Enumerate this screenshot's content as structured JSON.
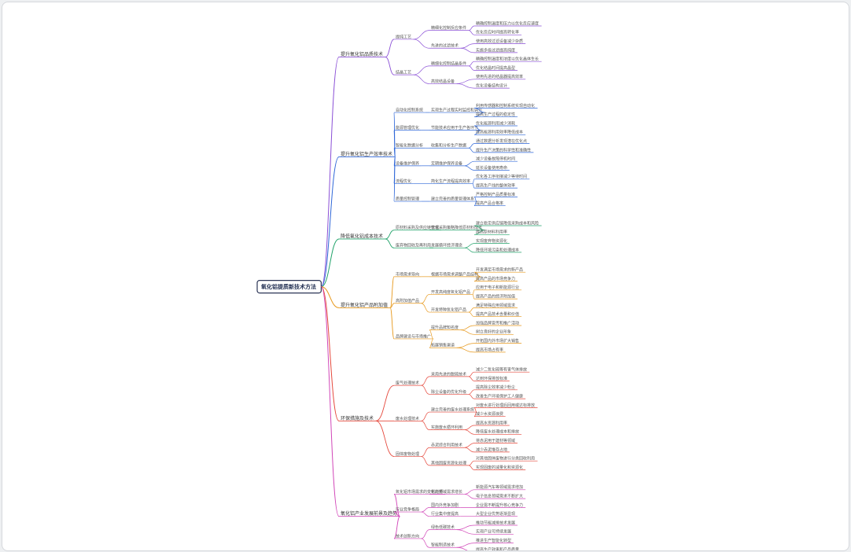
{
  "mindmap": {
    "root": "氧化铝提质新技术方法",
    "branches": [
      {
        "color": "#8a4fd6",
        "label": "提升氧化铝品质技术",
        "children": [
          {
            "label": "提纯工艺",
            "children": [
              {
                "label": "精细化控制反应条件",
                "children": [
                  {
                    "label": "精确控制温度和压力以优化反应速度"
                  },
                  {
                    "label": "优化反应时间提高转化率"
                  }
                ]
              },
              {
                "label": "先进的过滤技术",
                "children": [
                  {
                    "label": "使用高效过滤设备减少杂质"
                  },
                  {
                    "label": "实施多级过滤提高纯度"
                  }
                ]
              }
            ]
          },
          {
            "label": "结晶工艺",
            "children": [
              {
                "label": "精细化控制结晶条件",
                "children": [
                  {
                    "label": "精确控制温度和浓度以优化晶体生长"
                  },
                  {
                    "label": "优化结晶时间提高晶型"
                  }
                ]
              },
              {
                "label": "高效结晶设备",
                "children": [
                  {
                    "label": "使用先进的结晶器提高效率"
                  },
                  {
                    "label": "优化设备结构设计"
                  }
                ]
              }
            ]
          }
        ]
      },
      {
        "color": "#2f67d8",
        "label": "提升氧化铝生产效率技术",
        "children": [
          {
            "label": "自动化控制系统",
            "children": [
              {
                "label": "实现生产过程实时监控和调节",
                "children": [
                  {
                    "label": "利用传感器和控制系统实现自动化"
                  },
                  {
                    "label": "提高生产过程的稳定性"
                  }
                ]
              }
            ]
          },
          {
            "label": "能源管理优化",
            "children": [
              {
                "label": "节能技术应用于生产各环节",
                "children": [
                  {
                    "label": "优化能源利用减少消耗"
                  },
                  {
                    "label": "提高能源利用效率降低成本"
                  }
                ]
              }
            ]
          },
          {
            "label": "智能化数据分析",
            "children": [
              {
                "label": "收集和分析生产数据",
                "children": [
                  {
                    "label": "通过数据分析发现潜在优化点"
                  },
                  {
                    "label": "提升生产决策的科学性和准确性"
                  }
                ]
              }
            ]
          },
          {
            "label": "设备维护保养",
            "children": [
              {
                "label": "定期维护保养设备",
                "children": [
                  {
                    "label": "减少设备故障停机时间"
                  },
                  {
                    "label": "延长设备使用寿命"
                  }
                ]
              }
            ]
          },
          {
            "label": "流程优化",
            "children": [
              {
                "label": "简化生产流程提高效率",
                "children": [
                  {
                    "label": "优化各工序衔接减少等待时间"
                  },
                  {
                    "label": "提高生产线的整体效率"
                  }
                ]
              }
            ]
          },
          {
            "label": "质量控制管理",
            "children": [
              {
                "label": "建立完善的质量管理体系",
                "children": [
                  {
                    "label": "严格控制产品质量标准"
                  },
                  {
                    "label": "提高产品合格率"
                  }
                ]
              }
            ]
          }
        ]
      },
      {
        "color": "#23a36b",
        "label": "降低氧化铝成本技术",
        "children": [
          {
            "label": "原材料采购及供应链管理",
            "children": [
              {
                "label": "优化采购策略降低原材料成本",
                "children": [
                  {
                    "label": "建立稳定供应链降低采购成本和风险"
                  },
                  {
                    "label": "提高原材料利用率"
                  }
                ]
              }
            ]
          },
          {
            "label": "废弃物回收及再利用",
            "children": [
              {
                "label": "发展循环经济理念",
                "children": [
                  {
                    "label": "实现废弃物资源化"
                  },
                  {
                    "label": "降低环境污染和处理成本"
                  }
                ]
              }
            ]
          }
        ]
      },
      {
        "color": "#e7981b",
        "label": "提升氧化铝产品附加值",
        "children": [
          {
            "label": "市场需求导向",
            "children": [
              {
                "label": "根据市场需求调整产品结构",
                "children": [
                  {
                    "label": "开发满足市场需求的新产品"
                  },
                  {
                    "label": "提高产品的市场竞争力"
                  }
                ]
              }
            ]
          },
          {
            "label": "高附加值产品",
            "children": [
              {
                "label": "开发高纯度氧化铝产品",
                "children": [
                  {
                    "label": "应用于电子和新能源行业"
                  },
                  {
                    "label": "提高产品的经济附加值"
                  }
                ]
              },
              {
                "label": "开发特种氧化铝产品",
                "children": [
                  {
                    "label": "满足特殊应用领域需求"
                  },
                  {
                    "label": "提高产品技术含量和价值"
                  }
                ]
              }
            ]
          },
          {
            "label": "品牌建设与市场推广",
            "children": [
              {
                "label": "提升品牌知名度",
                "children": [
                  {
                    "label": "加强品牌宣传和推广活动"
                  },
                  {
                    "label": "树立良好的企业形象"
                  }
                ]
              },
              {
                "label": "拓展销售渠道",
                "children": [
                  {
                    "label": "开拓国内外市场扩大销售"
                  },
                  {
                    "label": "提高市场占有率"
                  }
                ]
              }
            ]
          }
        ]
      },
      {
        "color": "#e5483c",
        "label": "环保措施及技术",
        "children": [
          {
            "label": "废气处理技术",
            "children": [
              {
                "label": "采用先进的脱硫技术",
                "children": [
                  {
                    "label": "减少二氧化硫等有害气体排放"
                  },
                  {
                    "label": "达到环保排放标准"
                  }
                ]
              },
              {
                "label": "除尘设备的优化升级",
                "children": [
                  {
                    "label": "提高除尘效率减少粉尘"
                  },
                  {
                    "label": "改善生产环境保护工人健康"
                  }
                ]
              }
            ]
          },
          {
            "label": "废水处理技术",
            "children": [
              {
                "label": "建立完善的废水处理系统",
                "children": [
                  {
                    "label": "对废水进行处理后回用或达标排放"
                  },
                  {
                    "label": "减少水资源浪费"
                  }
                ]
              },
              {
                "label": "实施废水循环利用",
                "children": [
                  {
                    "label": "提高水资源利用率"
                  },
                  {
                    "label": "降低废水处理成本和排放"
                  }
                ]
              }
            ]
          },
          {
            "label": "固体废物处理",
            "children": [
              {
                "label": "赤泥综合利用技术",
                "children": [
                  {
                    "label": "将赤泥用于建材等领域"
                  },
                  {
                    "label": "减少赤泥堆存占地"
                  }
                ]
              },
              {
                "label": "其他固废资源化处理",
                "children": [
                  {
                    "label": "对其他固体废物进行分类回收利用"
                  },
                  {
                    "label": "实现固废的减量化和资源化"
                  }
                ]
              }
            ]
          }
        ]
      },
      {
        "color": "#d146b8",
        "label": "氧化铝产业发展前景及趋势",
        "children": [
          {
            "label": "氧化铝市场需求的变化趋势",
            "children": [
              {
                "label": "新兴领域需求增长",
                "children": [
                  {
                    "label": "新能源汽车等领域需求增加"
                  },
                  {
                    "label": "电子信息领域需求不断扩大"
                  }
                ]
              }
            ]
          },
          {
            "label": "行业竞争格局",
            "children": [
              {
                "label": "国内外竞争加剧",
                "children": [
                  {
                    "label": "企业需不断提升核心竞争力"
                  }
                ]
              },
              {
                "label": "行业集中度提高",
                "children": [
                  {
                    "label": "大型企业优势逐渐显现"
                  }
                ]
              }
            ]
          },
          {
            "label": "技术创新方向",
            "children": [
              {
                "label": "绿色低碳技术",
                "children": [
                  {
                    "label": "推动节能减排技术发展"
                  },
                  {
                    "label": "实现产业可持续发展"
                  }
                ]
              },
              {
                "label": "智能制造技术",
                "children": [
                  {
                    "label": "推进生产智能化转型"
                  },
                  {
                    "label": "提高生产效率和产品质量"
                  }
                ]
              }
            ]
          }
        ]
      }
    ]
  }
}
